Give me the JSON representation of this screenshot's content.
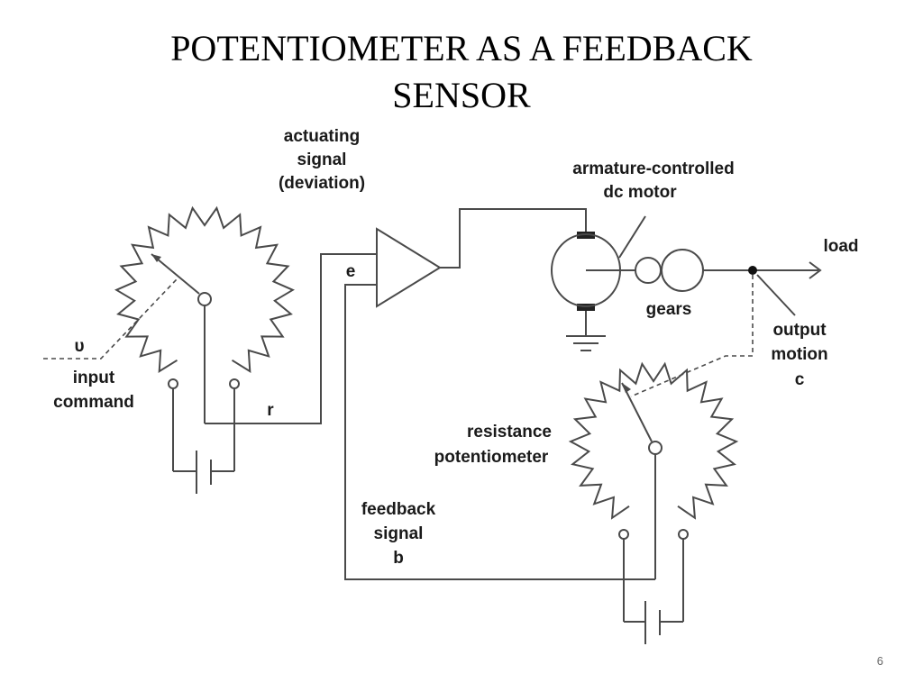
{
  "slide": {
    "title": "POTENTIOMETER AS A FEEDBACK SENSOR",
    "page_number": "6"
  },
  "diagram": {
    "labels": {
      "actuating_1": "actuating",
      "actuating_2": "signal",
      "actuating_3": "(deviation)",
      "motor_1": "armature-controlled",
      "motor_2": "dc motor",
      "load": "load",
      "e": "e",
      "r": "r",
      "theta": "υ",
      "input_1": "input",
      "input_2": "command",
      "gears": "gears",
      "output_1": "output",
      "output_2": "motion",
      "output_3": "c",
      "resistance_1": "resistance",
      "resistance_2": "potentiometer",
      "feedback_1": "feedback",
      "feedback_2": "signal",
      "feedback_3": "b"
    }
  }
}
